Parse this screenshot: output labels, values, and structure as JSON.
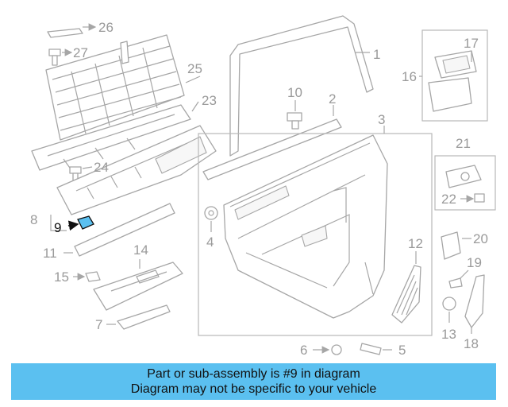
{
  "callouts": [
    "1",
    "2",
    "3",
    "4",
    "5",
    "6",
    "7",
    "8",
    "9",
    "10",
    "11",
    "12",
    "13",
    "14",
    "15",
    "16",
    "17",
    "18",
    "19",
    "20",
    "21",
    "22",
    "23",
    "24",
    "25",
    "26",
    "27"
  ],
  "highlighted_part": "9",
  "highlight_color": "#5bc0f0",
  "banner": {
    "line1": "Part or sub-assembly is #9 in diagram",
    "line2": "Diagram may not be specific to your vehicle"
  }
}
